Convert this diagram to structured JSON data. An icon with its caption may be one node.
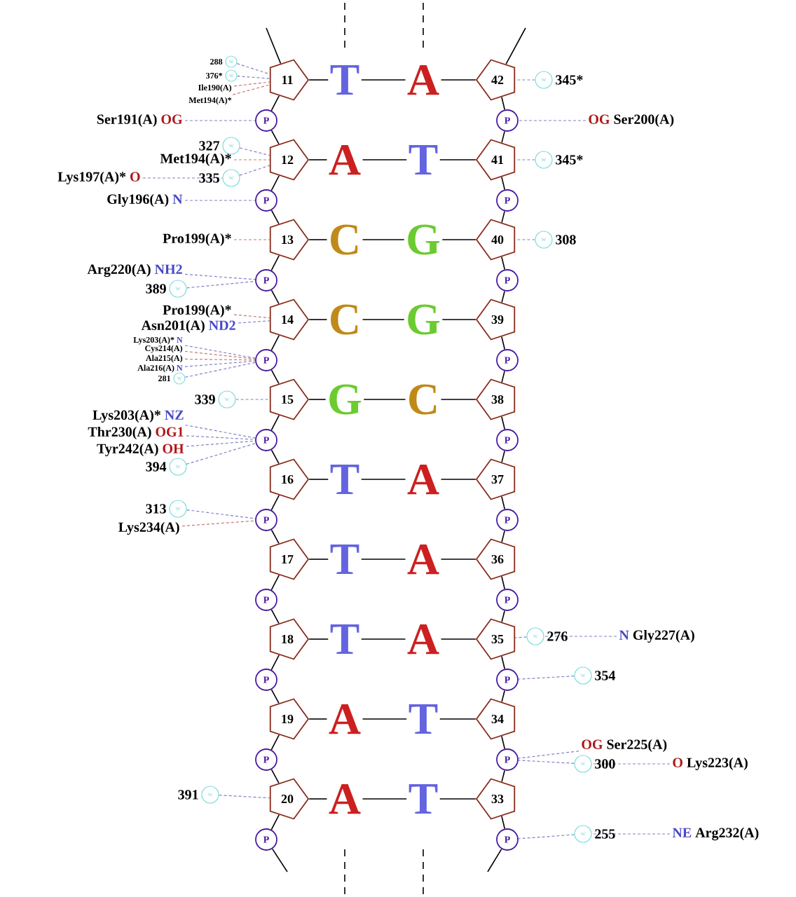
{
  "diagram": {
    "nodes": [
      {
        "text": [
          "11"
        ]
      },
      {
        "text": [
          "P"
        ]
      },
      {
        "text": [
          "12"
        ]
      },
      {
        "text": [
          "P"
        ]
      },
      {
        "text": [
          "13"
        ]
      },
      {
        "text": [
          "P"
        ]
      },
      {
        "text": [
          "14"
        ]
      },
      {
        "text": [
          "P"
        ]
      },
      {
        "text": [
          "15"
        ]
      },
      {
        "text": [
          "P"
        ]
      },
      {
        "text": [
          "16"
        ]
      },
      {
        "text": [
          "P"
        ]
      },
      {
        "text": [
          "17"
        ]
      },
      {
        "text": [
          "P"
        ]
      },
      {
        "text": [
          "18"
        ]
      },
      {
        "text": [
          "P"
        ]
      },
      {
        "text": [
          "19"
        ]
      },
      {
        "text": [
          "P"
        ]
      },
      {
        "text": [
          "20"
        ]
      },
      {
        "text": [
          "P"
        ]
      },
      {
        "text": [
          "T"
        ]
      },
      {
        "text": [
          "A"
        ]
      },
      {
        "text": [
          "C"
        ]
      },
      {
        "text": [
          "C"
        ]
      },
      {
        "text": [
          "G"
        ]
      },
      {
        "text": [
          "T"
        ]
      },
      {
        "text": [
          "T"
        ]
      },
      {
        "text": [
          "T"
        ]
      },
      {
        "text": [
          "A"
        ]
      },
      {
        "text": [
          "A"
        ]
      },
      {
        "text": [
          "A"
        ]
      },
      {
        "text": [
          "T"
        ]
      },
      {
        "text": [
          "G"
        ]
      },
      {
        "text": [
          "G"
        ]
      },
      {
        "text": [
          "C"
        ]
      },
      {
        "text": [
          "A"
        ]
      },
      {
        "text": [
          "A"
        ]
      },
      {
        "text": [
          "A"
        ]
      },
      {
        "text": [
          "T"
        ]
      },
      {
        "text": [
          "T"
        ]
      },
      {
        "text": [
          "42"
        ]
      },
      {
        "text": [
          "P"
        ]
      },
      {
        "text": [
          "41"
        ]
      },
      {
        "text": [
          "P"
        ]
      },
      {
        "text": [
          "40"
        ]
      },
      {
        "text": [
          "P"
        ]
      },
      {
        "text": [
          "39"
        ]
      },
      {
        "text": [
          "P"
        ]
      },
      {
        "text": [
          "38"
        ]
      },
      {
        "text": [
          "P"
        ]
      },
      {
        "text": [
          "37"
        ]
      },
      {
        "text": [
          "P"
        ]
      },
      {
        "text": [
          "36"
        ]
      },
      {
        "text": [
          "P"
        ]
      },
      {
        "text": [
          "35"
        ]
      },
      {
        "text": [
          "P"
        ]
      },
      {
        "text": [
          "34"
        ]
      },
      {
        "text": [
          "P"
        ]
      },
      {
        "text": [
          "33"
        ]
      },
      {
        "text": [
          "P"
        ]
      },
      {
        "text": [
          "w"
        ],
        "beside": [
          "288"
        ]
      },
      {
        "text": [
          "w"
        ],
        "beside": [
          "376*"
        ]
      },
      {
        "text": [
          "Ile190(A)"
        ]
      },
      {
        "text": [
          "Met194(A)*"
        ]
      },
      {
        "text": [
          "Ser191(A)",
          "OG"
        ]
      },
      {
        "text": [
          "w"
        ],
        "beside": [
          "327"
        ]
      },
      {
        "text": [
          "Met194(A)*"
        ]
      },
      {
        "text": [
          "Lys197(A)*",
          "O"
        ]
      },
      {
        "text": [
          "w"
        ],
        "beside": [
          "335"
        ]
      },
      {
        "text": [
          "Gly196(A)",
          "N"
        ]
      },
      {
        "text": [
          "Pro199(A)*"
        ]
      },
      {
        "text": [
          "Arg220(A)",
          "NH2"
        ]
      },
      {
        "text": [
          "w"
        ],
        "beside": [
          "389"
        ]
      },
      {
        "text": [
          "Pro199(A)*"
        ]
      },
      {
        "text": [
          "Asn201(A)",
          "ND2"
        ]
      },
      {
        "text": [
          "Lys203(A)*",
          "N"
        ]
      },
      {
        "text": [
          "Cys214(A)"
        ]
      },
      {
        "text": [
          "Ala215(A)"
        ]
      },
      {
        "text": [
          "Ala216(A)",
          "N"
        ]
      },
      {
        "text": [
          "w"
        ],
        "beside": [
          "281"
        ]
      },
      {
        "text": [
          "w"
        ],
        "beside": [
          "339"
        ]
      },
      {
        "text": [
          "Lys203(A)*",
          "NZ"
        ]
      },
      {
        "text": [
          "Thr230(A)",
          "OG1"
        ]
      },
      {
        "text": [
          "Tyr242(A)",
          "OH"
        ]
      },
      {
        "text": [
          "w"
        ],
        "beside": [
          "394"
        ]
      },
      {
        "text": [
          "w"
        ],
        "beside": [
          "313"
        ]
      },
      {
        "text": [
          "Lys234(A)"
        ]
      },
      {
        "text": [
          "w"
        ],
        "beside": [
          "391"
        ]
      },
      {
        "text": [
          "w"
        ],
        "beside": [
          "345*"
        ]
      },
      {
        "text": [
          "OG",
          "Ser200(A)"
        ]
      },
      {
        "text": [
          "w"
        ],
        "beside": [
          "345*"
        ]
      },
      {
        "text": [
          "w"
        ],
        "beside": [
          "308"
        ]
      },
      {
        "text": [
          "w"
        ],
        "beside": [
          "276"
        ]
      },
      {
        "text": [
          "N",
          "Gly227(A)"
        ]
      },
      {
        "text": [
          "w"
        ],
        "beside": [
          "354"
        ]
      },
      {
        "text": [
          "OG",
          "Ser225(A)"
        ]
      },
      {
        "text": [
          "w"
        ],
        "beside": [
          "300"
        ]
      },
      {
        "text": [
          "O",
          "Lys223(A)"
        ]
      },
      {
        "text": [
          "w"
        ],
        "beside": [
          "255"
        ]
      },
      {
        "text": [
          "NE",
          "Arg232(A)"
        ]
      }
    ],
    "edges": [
      {
        "from": null,
        "to": 0,
        "arrow": "none"
      },
      {
        "from": 0,
        "to": 1,
        "arrow": "none"
      },
      {
        "from": 1,
        "to": 2,
        "arrow": "none"
      },
      {
        "from": 2,
        "to": 3,
        "arrow": "none"
      },
      {
        "from": 3,
        "to": 4,
        "arrow": "none"
      },
      {
        "from": 4,
        "to": 5,
        "arrow": "none"
      },
      {
        "from": 5,
        "to": 6,
        "arrow": "none"
      },
      {
        "from": 6,
        "to": 7,
        "arrow": "none"
      },
      {
        "from": 7,
        "to": 8,
        "arrow": "none"
      },
      {
        "from": 8,
        "to": 9,
        "arrow": "none"
      },
      {
        "from": 9,
        "to": 10,
        "arrow": "none"
      },
      {
        "from": 10,
        "to": 11,
        "arrow": "none"
      },
      {
        "from": 11,
        "to": 12,
        "arrow": "none"
      },
      {
        "from": 12,
        "to": 13,
        "arrow": "none"
      },
      {
        "from": 13,
        "to": 14,
        "arrow": "none"
      },
      {
        "from": 14,
        "to": 15,
        "arrow": "none"
      },
      {
        "from": 15,
        "to": 16,
        "arrow": "none"
      },
      {
        "from": 16,
        "to": 17,
        "arrow": "none"
      },
      {
        "from": 17,
        "to": 18,
        "arrow": "none"
      },
      {
        "from": 18,
        "to": 19,
        "arrow": "none"
      },
      {
        "from": 19,
        "to": null,
        "arrow": "none"
      },
      {
        "from": null,
        "to": 40,
        "arrow": "none"
      },
      {
        "from": 40,
        "to": 41,
        "arrow": "none"
      },
      {
        "from": 41,
        "to": 42,
        "arrow": "none"
      },
      {
        "from": 42,
        "to": 43,
        "arrow": "none"
      },
      {
        "from": 43,
        "to": 44,
        "arrow": "none"
      },
      {
        "from": 44,
        "to": 45,
        "arrow": "none"
      },
      {
        "from": 45,
        "to": 46,
        "arrow": "none"
      },
      {
        "from": 46,
        "to": 47,
        "arrow": "none"
      },
      {
        "from": 47,
        "to": 48,
        "arrow": "none"
      },
      {
        "from": 48,
        "to": 49,
        "arrow": "none"
      },
      {
        "from": 49,
        "to": 50,
        "arrow": "none"
      },
      {
        "from": 50,
        "to": 51,
        "arrow": "none"
      },
      {
        "from": 51,
        "to": 52,
        "arrow": "none"
      },
      {
        "from": 52,
        "to": 53,
        "arrow": "none"
      },
      {
        "from": 53,
        "to": 54,
        "arrow": "none"
      },
      {
        "from": 54,
        "to": 55,
        "arrow": "none"
      },
      {
        "from": 55,
        "to": 56,
        "arrow": "none"
      },
      {
        "from": 56,
        "to": 57,
        "arrow": "none"
      },
      {
        "from": 57,
        "to": 58,
        "arrow": "none"
      },
      {
        "from": 58,
        "to": 59,
        "arrow": "none"
      },
      {
        "from": 59,
        "to": null,
        "arrow": "none"
      },
      {
        "from": 0,
        "to": 20,
        "arrow": "none"
      },
      {
        "from": 20,
        "to": 30,
        "arrow": "none"
      },
      {
        "from": 30,
        "to": 40,
        "arrow": "none"
      },
      {
        "from": 2,
        "to": 21,
        "arrow": "none"
      },
      {
        "from": 21,
        "to": 31,
        "arrow": "none"
      },
      {
        "from": 31,
        "to": 42,
        "arrow": "none"
      },
      {
        "from": 4,
        "to": 22,
        "arrow": "none"
      },
      {
        "from": 22,
        "to": 32,
        "arrow": "none"
      },
      {
        "from": 32,
        "to": 44,
        "arrow": "none"
      },
      {
        "from": 6,
        "to": 23,
        "arrow": "none"
      },
      {
        "from": 23,
        "to": 33,
        "arrow": "none"
      },
      {
        "from": 33,
        "to": 46,
        "arrow": "none"
      },
      {
        "from": 8,
        "to": 24,
        "arrow": "none"
      },
      {
        "from": 24,
        "to": 34,
        "arrow": "none"
      },
      {
        "from": 34,
        "to": 48,
        "arrow": "none"
      },
      {
        "from": 10,
        "to": 25,
        "arrow": "none"
      },
      {
        "from": 25,
        "to": 35,
        "arrow": "none"
      },
      {
        "from": 35,
        "to": 50,
        "arrow": "none"
      },
      {
        "from": 12,
        "to": 26,
        "arrow": "none"
      },
      {
        "from": 26,
        "to": 36,
        "arrow": "none"
      },
      {
        "from": 36,
        "to": 52,
        "arrow": "none"
      },
      {
        "from": 14,
        "to": 27,
        "arrow": "none"
      },
      {
        "from": 27,
        "to": 37,
        "arrow": "none"
      },
      {
        "from": 37,
        "to": 54,
        "arrow": "none"
      },
      {
        "from": 16,
        "to": 28,
        "arrow": "none"
      },
      {
        "from": 28,
        "to": 38,
        "arrow": "none"
      },
      {
        "from": 38,
        "to": 56,
        "arrow": "none"
      },
      {
        "from": 18,
        "to": 29,
        "arrow": "none"
      },
      {
        "from": 29,
        "to": 39,
        "arrow": "none"
      },
      {
        "from": 39,
        "to": 58,
        "arrow": "none"
      },
      {
        "from": 60,
        "to": 0,
        "arrow": "none",
        "style": "dashed",
        "color": "#8080c8"
      },
      {
        "from": 61,
        "to": 0,
        "arrow": "none",
        "style": "dashed",
        "color": "#8080c8"
      },
      {
        "from": 62,
        "to": 0,
        "arrow": "none",
        "style": "dashed",
        "color": "#c87878"
      },
      {
        "from": 63,
        "to": 0,
        "arrow": "none",
        "style": "dashed",
        "color": "#c87878"
      },
      {
        "from": 64,
        "to": 1,
        "arrow": "none",
        "style": "dashed",
        "color": "#8080c8"
      },
      {
        "from": 65,
        "to": 2,
        "arrow": "none",
        "style": "dashed",
        "color": "#8080c8"
      },
      {
        "from": 66,
        "to": 2,
        "arrow": "none",
        "style": "dashed",
        "color": "#c87878"
      },
      {
        "from": 67,
        "to": 68,
        "arrow": "none",
        "style": "dashed",
        "color": "#8080c8"
      },
      {
        "from": 68,
        "to": 2,
        "arrow": "none",
        "style": "dashed",
        "color": "#8080c8"
      },
      {
        "from": 69,
        "to": 3,
        "arrow": "none",
        "style": "dashed",
        "color": "#8080c8"
      },
      {
        "from": 70,
        "to": 4,
        "arrow": "none",
        "style": "dashed",
        "color": "#c87878"
      },
      {
        "from": 71,
        "to": 5,
        "arrow": "none",
        "style": "dashed",
        "color": "#8080c8"
      },
      {
        "from": 72,
        "to": 5,
        "arrow": "none",
        "style": "dashed",
        "color": "#8080c8"
      },
      {
        "from": 73,
        "to": 6,
        "arrow": "none",
        "style": "dashed",
        "color": "#c87878"
      },
      {
        "from": 74,
        "to": 6,
        "arrow": "none",
        "style": "dashed",
        "color": "#8080c8"
      },
      {
        "from": 75,
        "to": 7,
        "arrow": "none",
        "style": "dashed",
        "color": "#8080c8"
      },
      {
        "from": 76,
        "to": 7,
        "arrow": "none",
        "style": "dashed",
        "color": "#c87878"
      },
      {
        "from": 77,
        "to": 7,
        "arrow": "none",
        "style": "dashed",
        "color": "#c87878"
      },
      {
        "from": 78,
        "to": 7,
        "arrow": "none",
        "style": "dashed",
        "color": "#8080c8"
      },
      {
        "from": 79,
        "to": 7,
        "arrow": "none",
        "style": "dashed",
        "color": "#8080c8"
      },
      {
        "from": 80,
        "to": 8,
        "arrow": "none",
        "style": "dashed",
        "color": "#8080c8"
      },
      {
        "from": 81,
        "to": 9,
        "arrow": "none",
        "style": "dashed",
        "color": "#8080c8"
      },
      {
        "from": 82,
        "to": 9,
        "arrow": "none",
        "style": "dashed",
        "color": "#8080c8"
      },
      {
        "from": 83,
        "to": 9,
        "arrow": "none",
        "style": "dashed",
        "color": "#8080c8"
      },
      {
        "from": 84,
        "to": 9,
        "arrow": "none",
        "style": "dashed",
        "color": "#8080c8"
      },
      {
        "from": 85,
        "to": 11,
        "arrow": "none",
        "style": "dashed",
        "color": "#8080c8"
      },
      {
        "from": 86,
        "to": 11,
        "arrow": "none",
        "style": "dashed",
        "color": "#c87878"
      },
      {
        "from": 87,
        "to": 18,
        "arrow": "none",
        "style": "dashed",
        "color": "#8080c8"
      },
      {
        "from": 88,
        "to": 40,
        "arrow": "none",
        "style": "dashed",
        "color": "#8080c8"
      },
      {
        "from": 89,
        "to": 41,
        "arrow": "none",
        "style": "dashed",
        "color": "#8080c8"
      },
      {
        "from": 90,
        "to": 42,
        "arrow": "none",
        "style": "dashed",
        "color": "#8080c8"
      },
      {
        "from": 91,
        "to": 44,
        "arrow": "none",
        "style": "dashed",
        "color": "#8080c8"
      },
      {
        "from": 92,
        "to": 54,
        "arrow": "none",
        "style": "dashed",
        "color": "#8080c8"
      },
      {
        "from": 93,
        "to": 92,
        "arrow": "none",
        "style": "dashed",
        "color": "#8080c8"
      },
      {
        "from": 94,
        "to": 55,
        "arrow": "none",
        "style": "dashed",
        "color": "#8080c8"
      },
      {
        "from": 95,
        "to": 57,
        "arrow": "none",
        "style": "dashed",
        "color": "#8080c8"
      },
      {
        "from": 96,
        "to": 57,
        "arrow": "none",
        "style": "dashed",
        "color": "#8080c8"
      },
      {
        "from": 97,
        "to": 96,
        "arrow": "none",
        "style": "dashed",
        "color": "#8080c8"
      },
      {
        "from": 98,
        "to": 59,
        "arrow": "none",
        "style": "dashed",
        "color": "#8080c8"
      },
      {
        "from": 99,
        "to": 98,
        "arrow": "none",
        "style": "dashed",
        "color": "#8080c8"
      }
    ]
  }
}
